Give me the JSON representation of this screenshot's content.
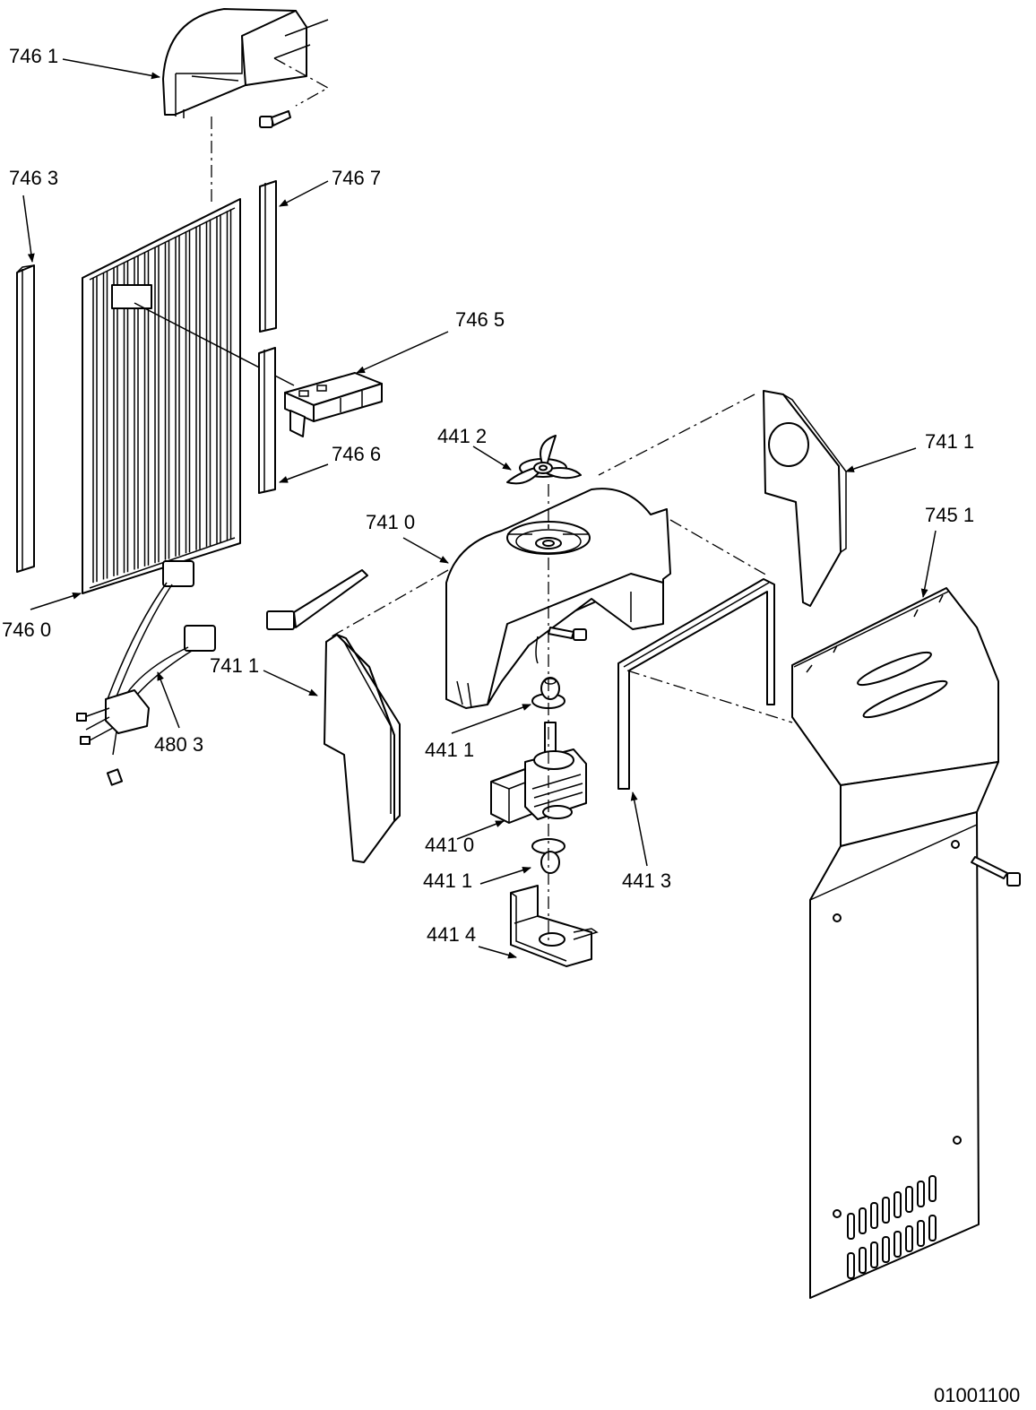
{
  "labels": {
    "l7461": "746 1",
    "l7463": "746 3",
    "l7467": "746 7",
    "l7465": "746 5",
    "l7466": "746 6",
    "l7460": "746  0",
    "l4412": "441 2",
    "l7410": "741 0",
    "l7411a": "741 1",
    "l7411b": "741 1",
    "l7451": "745 1",
    "l4803": "480 3",
    "l4411a": "441 1",
    "l4410": "441 0",
    "l4411b": "441 1",
    "l4413": "441 3",
    "l4414": "441 4"
  },
  "drawing_number": "01001100"
}
